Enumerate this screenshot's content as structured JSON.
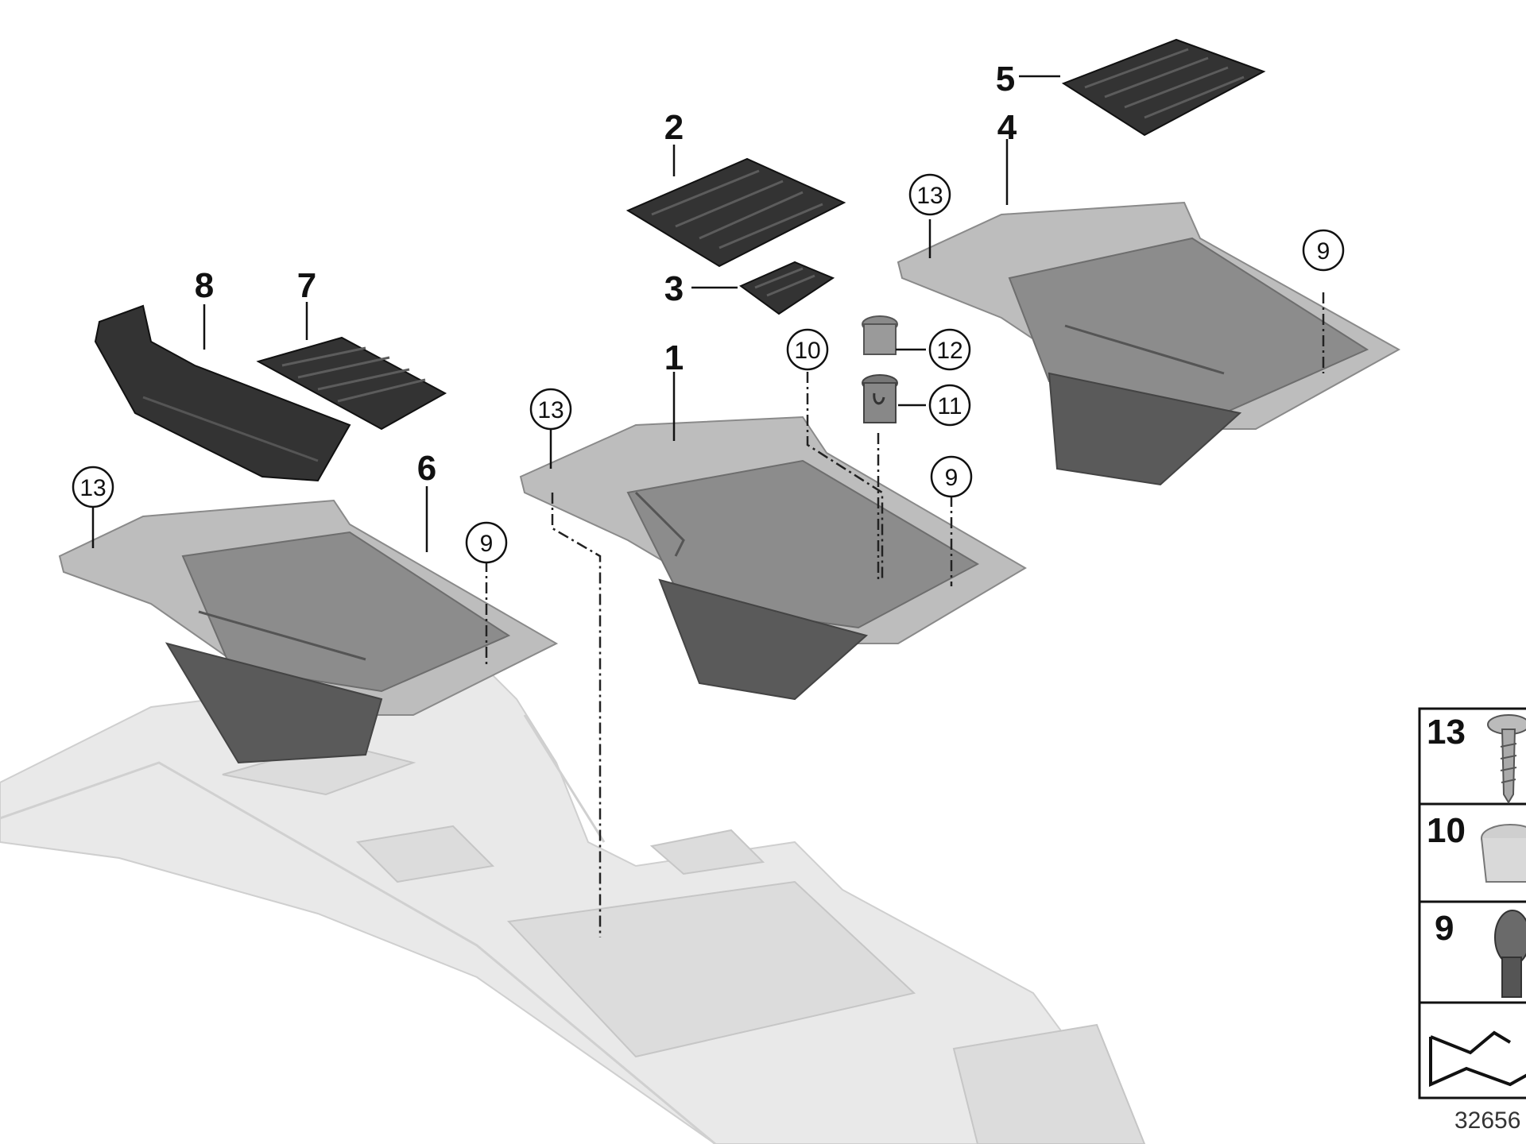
{
  "callouts": {
    "c1": "1",
    "c2": "2",
    "c3": "3",
    "c4": "4",
    "c5": "5",
    "c6": "6",
    "c7": "7",
    "c8": "8",
    "c9a": "9",
    "c9b": "9",
    "c9c": "9",
    "c10": "10",
    "c11": "11",
    "c12": "12",
    "c13a": "13",
    "c13b": "13",
    "c13c": "13"
  },
  "legend": {
    "row13": "13",
    "row10": "10",
    "row9": "9"
  },
  "reference_number": "32656"
}
